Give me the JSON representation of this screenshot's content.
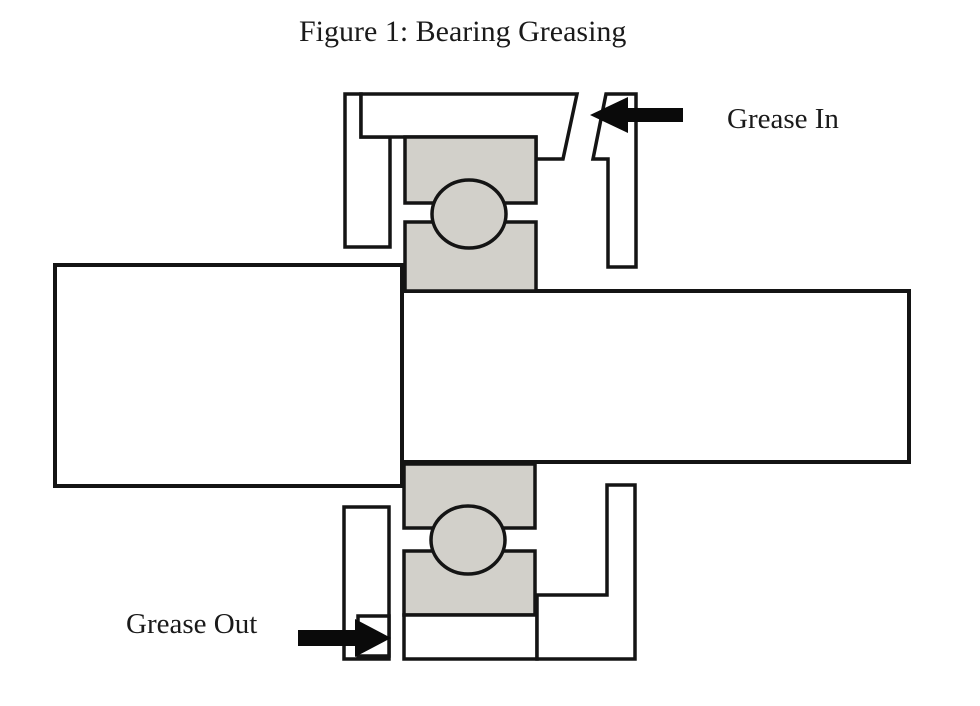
{
  "figure": {
    "title": "Figure 1: Bearing Greasing",
    "labels": {
      "grease_in": "Grease In",
      "grease_out": "Grease Out"
    }
  },
  "colors": {
    "bg": "#ffffff",
    "part-fill": "#ffffff",
    "race-fill": "#d2d0ca",
    "line": "#141414",
    "ink": "#1a1a1a",
    "arrow": "#0a0a0a"
  }
}
